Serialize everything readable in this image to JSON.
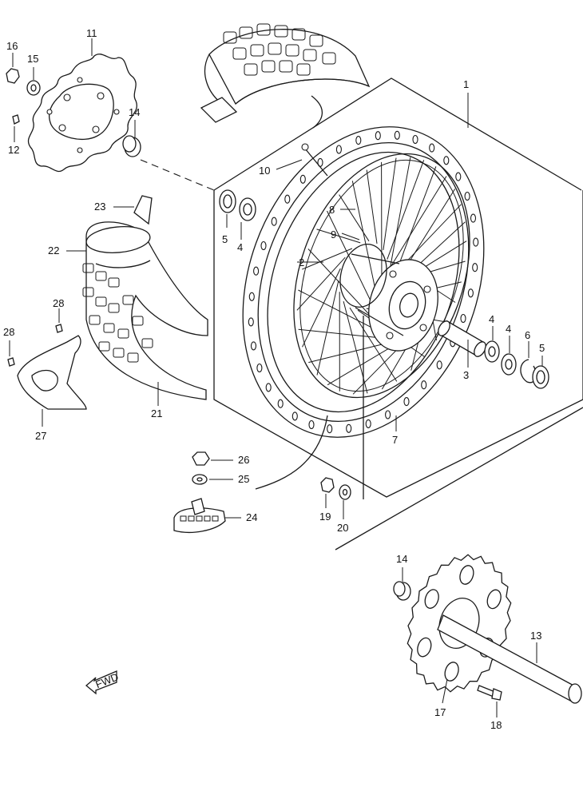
{
  "diagram": {
    "callouts": [
      {
        "id": "c1",
        "label": "1"
      },
      {
        "id": "c2",
        "label": "2"
      },
      {
        "id": "c3",
        "label": "3"
      },
      {
        "id": "c4a",
        "label": "4"
      },
      {
        "id": "c4b",
        "label": "4"
      },
      {
        "id": "c4c",
        "label": "4"
      },
      {
        "id": "c5a",
        "label": "5"
      },
      {
        "id": "c5b",
        "label": "5"
      },
      {
        "id": "c6",
        "label": "6"
      },
      {
        "id": "c7",
        "label": "7"
      },
      {
        "id": "c8",
        "label": "8"
      },
      {
        "id": "c9",
        "label": "9"
      },
      {
        "id": "c10",
        "label": "10"
      },
      {
        "id": "c11",
        "label": "11"
      },
      {
        "id": "c12",
        "label": "12"
      },
      {
        "id": "c13",
        "label": "13"
      },
      {
        "id": "c14a",
        "label": "14"
      },
      {
        "id": "c14b",
        "label": "14"
      },
      {
        "id": "c15",
        "label": "15"
      },
      {
        "id": "c16",
        "label": "16"
      },
      {
        "id": "c17",
        "label": "17"
      },
      {
        "id": "c18",
        "label": "18"
      },
      {
        "id": "c19",
        "label": "19"
      },
      {
        "id": "c20",
        "label": "20"
      },
      {
        "id": "c21",
        "label": "21"
      },
      {
        "id": "c22",
        "label": "22"
      },
      {
        "id": "c23",
        "label": "23"
      },
      {
        "id": "c24",
        "label": "24"
      },
      {
        "id": "c25",
        "label": "25"
      },
      {
        "id": "c26",
        "label": "26"
      },
      {
        "id": "c27",
        "label": "27"
      },
      {
        "id": "c28a",
        "label": "28"
      },
      {
        "id": "c28b",
        "label": "28"
      }
    ],
    "direction_arrow": "FWD"
  }
}
